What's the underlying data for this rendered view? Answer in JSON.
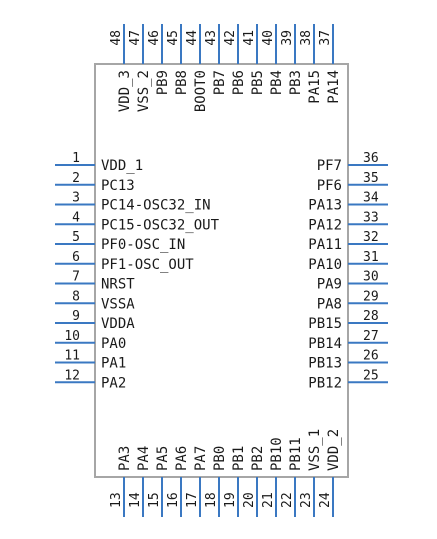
{
  "colors": {
    "pin": "#3a78c2",
    "body": "#a6a6a6",
    "text": "#1a1a1a"
  },
  "left_pins": [
    {
      "num": "1",
      "name": "VDD_1"
    },
    {
      "num": "2",
      "name": "PC13"
    },
    {
      "num": "3",
      "name": "PC14-OSC32_IN"
    },
    {
      "num": "4",
      "name": "PC15-OSC32_OUT"
    },
    {
      "num": "5",
      "name": "PF0-OSC_IN"
    },
    {
      "num": "6",
      "name": "PF1-OSC_OUT"
    },
    {
      "num": "7",
      "name": "NRST"
    },
    {
      "num": "8",
      "name": "VSSA"
    },
    {
      "num": "9",
      "name": "VDDA"
    },
    {
      "num": "10",
      "name": "PA0"
    },
    {
      "num": "11",
      "name": "PA1"
    },
    {
      "num": "12",
      "name": "PA2"
    }
  ],
  "bottom_pins": [
    {
      "num": "13",
      "name": "PA3"
    },
    {
      "num": "14",
      "name": "PA4"
    },
    {
      "num": "15",
      "name": "PA5"
    },
    {
      "num": "16",
      "name": "PA6"
    },
    {
      "num": "17",
      "name": "PA7"
    },
    {
      "num": "18",
      "name": "PB0"
    },
    {
      "num": "19",
      "name": "PB1"
    },
    {
      "num": "20",
      "name": "PB2"
    },
    {
      "num": "21",
      "name": "PB10"
    },
    {
      "num": "22",
      "name": "PB11"
    },
    {
      "num": "23",
      "name": "VSS_1"
    },
    {
      "num": "24",
      "name": "VDD_2"
    }
  ],
  "right_pins": [
    {
      "num": "25",
      "name": "PB12"
    },
    {
      "num": "26",
      "name": "PB13"
    },
    {
      "num": "27",
      "name": "PB14"
    },
    {
      "num": "28",
      "name": "PB15"
    },
    {
      "num": "29",
      "name": "PA8"
    },
    {
      "num": "30",
      "name": "PA9"
    },
    {
      "num": "31",
      "name": "PA10"
    },
    {
      "num": "32",
      "name": "PA11"
    },
    {
      "num": "33",
      "name": "PA12"
    },
    {
      "num": "34",
      "name": "PA13"
    },
    {
      "num": "35",
      "name": "PF6"
    },
    {
      "num": "36",
      "name": "PF7"
    }
  ],
  "top_pins": [
    {
      "num": "37",
      "name": "PA14"
    },
    {
      "num": "38",
      "name": "PA15"
    },
    {
      "num": "39",
      "name": "PB3"
    },
    {
      "num": "40",
      "name": "PB4"
    },
    {
      "num": "41",
      "name": "PB5"
    },
    {
      "num": "42",
      "name": "PB6"
    },
    {
      "num": "43",
      "name": "PB7"
    },
    {
      "num": "44",
      "name": "BOOT0"
    },
    {
      "num": "45",
      "name": "PB8"
    },
    {
      "num": "46",
      "name": "PB9"
    },
    {
      "num": "47",
      "name": "VSS_2"
    },
    {
      "num": "48",
      "name": "VDD_3"
    }
  ]
}
